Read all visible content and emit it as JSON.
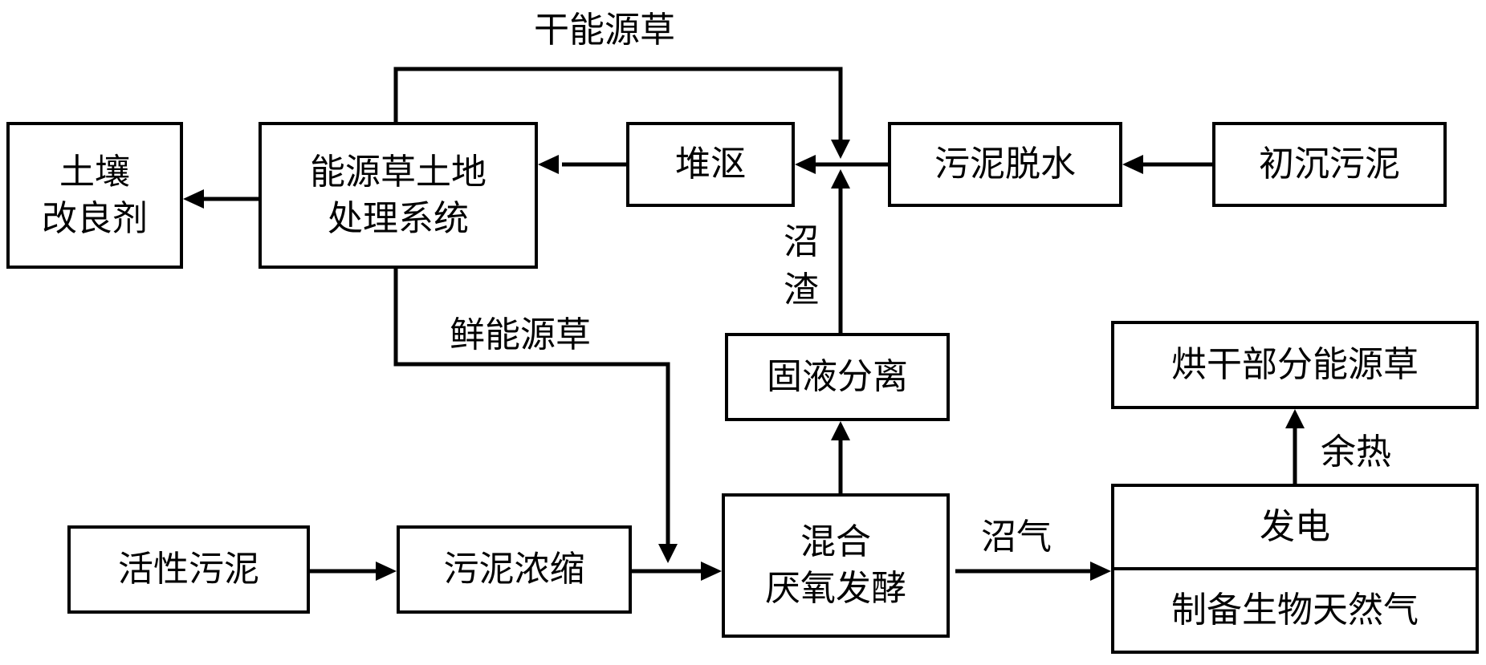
{
  "nodes": {
    "soil_amendment": [
      "土壤",
      "改良剂"
    ],
    "land_system": [
      "能源草土地",
      "处理系统"
    ],
    "compost": "堆沤",
    "sludge_dewatering": "污泥脱水",
    "primary_sludge": "初沉污泥",
    "solid_liquid_separation": "固液分离",
    "drying_grass": "烘干部分能源草",
    "activated_sludge": "活性污泥",
    "sludge_thickening": "污泥浓缩",
    "anaerobic": [
      "混合",
      "厌氧发酵"
    ],
    "power": "发电",
    "bio_gas": "制备生物天然气"
  },
  "labels": {
    "dry_grass": "干能源草",
    "fresh_grass": "鲜能源草",
    "biogas_residue": [
      "沼",
      "渣"
    ],
    "biogas": "沼气",
    "waste_heat": "余热"
  }
}
